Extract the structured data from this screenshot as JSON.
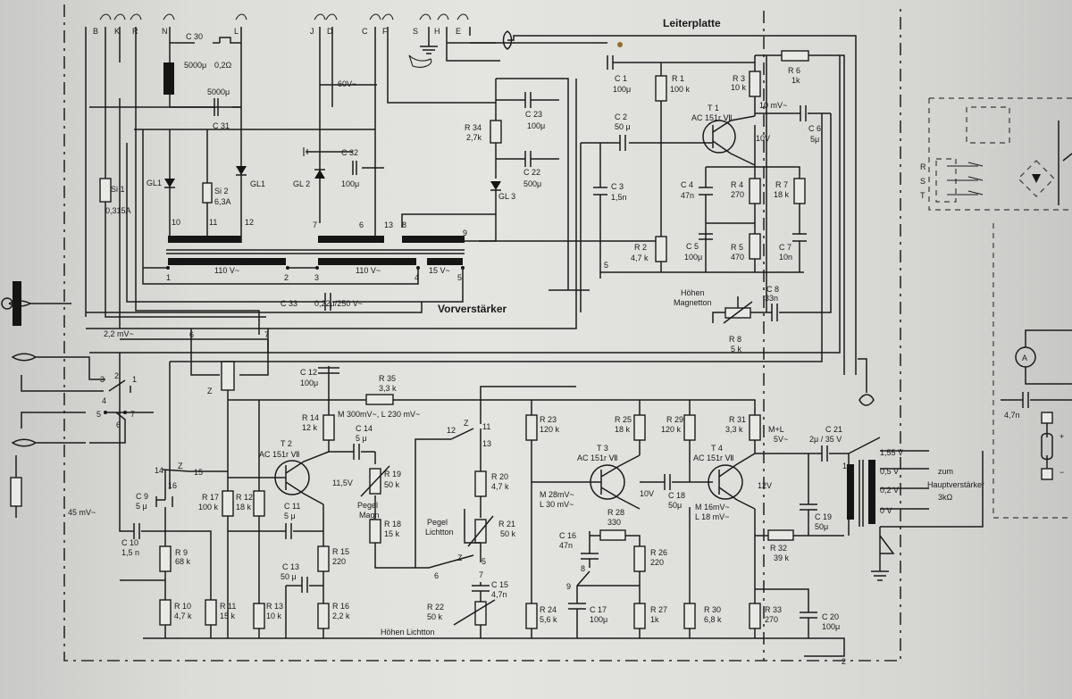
{
  "labels": {
    "board": "Leiterplatte",
    "preamp": "Vorverstärker",
    "to_main_amp": "zum",
    "to_main_amp_2": "Hauptverstärker",
    "to_main_amp_3": "3kΩ",
    "hoehen_magnetton": "Höhen",
    "hoehen_magnetton_2": "Magnetton",
    "hoehen_lichtton": "Höhen Lichtton",
    "pegel_magn": "Pegel",
    "pegel_magn_2": "Magn",
    "pegel_lichtton": "Pegel",
    "pegel_lichtton_2": "Lichtton"
  },
  "terminals": [
    "B",
    "K",
    "R",
    "N",
    "L",
    "J",
    "D",
    "C",
    "F",
    "S",
    "H",
    "E"
  ],
  "power": {
    "c30": "C 30",
    "c30_val": "5000μ",
    "r_val": "0,2Ω",
    "c31": "C 31",
    "c31_val": "5000μ",
    "v60": "60V~",
    "c32": "C 32",
    "c32_val": "100μ",
    "si1": "Si 1",
    "si1_val": "0,315A",
    "si2": "Si 2",
    "si2_val": "6,3A",
    "gl1a": "GL1",
    "gl1b": "GL1",
    "gl2": "GL 2",
    "gl3": "GL 3",
    "pin10": "10",
    "pin11": "11",
    "pin12": "12",
    "pin7": "7",
    "pin6": "6",
    "pin13": "13",
    "pin8": "8",
    "pin9": "9",
    "pin1": "1",
    "pin2": "2",
    "pin3": "3",
    "pin4": "4",
    "pin5": "5",
    "v110a": "110 V~",
    "v110b": "110 V~",
    "v15": "15 V~",
    "c33": "C 33",
    "c33_val": "0,22μ/250 V~",
    "r34": "R 34",
    "r34_val": "2,7k",
    "c23": "C 23",
    "c23_val": "100μ",
    "c22": "C 22",
    "c22_val": "500μ"
  },
  "preamp_stage1": {
    "c1": "C 1",
    "c1_val": "100μ",
    "r1": "R 1",
    "r1_val": "100 k",
    "r3": "R 3",
    "r3_val": "10 k",
    "r6": "R 6",
    "r6_val": "1k",
    "t1": "T 1",
    "t1_type": "AC 151r Ⅶ",
    "v10mv": "10 mV~",
    "c6": "C 6",
    "c6_val": "5μ",
    "c2": "C 2",
    "c2_val": "50 μ",
    "v10": "10V",
    "c3": "C 3",
    "c3_val": "1,5n",
    "c4": "C 4",
    "c4_val": "47n",
    "r4": "R 4",
    "r4_val": "270",
    "r7": "R 7",
    "r7_val": "18 k",
    "r2": "R 2",
    "r2_val": "4,7 k",
    "c5": "C 5",
    "c5_val": "100μ",
    "r5": "R 5",
    "r5_val": "470",
    "c7": "C 7",
    "c7_val": "10n",
    "c8": "C 8",
    "c8_val": "33n",
    "r8": "R 8",
    "r8_val": "5 k",
    "node5": "5"
  },
  "switches": {
    "sw_v2_2": "2,2 mV~",
    "n6": "6",
    "n7": "7",
    "s3": "3",
    "s2": "2",
    "s1": "1",
    "s4": "4",
    "s5": "5",
    "s7": "7",
    "s6": "6",
    "z1": "Z",
    "z2": "Z",
    "z3": "Z",
    "z4": "Z",
    "s14": "14",
    "s15": "15",
    "s16": "16",
    "s12": "12",
    "s11": "11",
    "s13": "13",
    "s6b": "6",
    "s5b": "5",
    "s7b": "7",
    "s8": "8",
    "s9": "9",
    "v45": "45 mV~"
  },
  "stage2": {
    "c12": "C 12",
    "c12_val": "100μ",
    "r35": "R 35",
    "r35_val": "3,3 k",
    "r14": "R 14",
    "r14_val": "12 k",
    "m300": "M 300mV~, L 230 mV~",
    "c14": "C 14",
    "c14_val": "5 μ",
    "t2": "T 2",
    "t2_type": "AC 151r Ⅶ",
    "v11_5": "11,5V",
    "r19": "R 19",
    "r19_val": "50 k",
    "r18": "R 18",
    "r18_val": "15 k",
    "c9": "C 9",
    "c9_val": "5 μ",
    "r17": "R 17",
    "r17_val": "100 k",
    "r12": "R 12",
    "r12_val": "18 k",
    "c11": "C 11",
    "c11_val": "5 μ",
    "c10": "C 10",
    "c10_val": "1,5 n",
    "r9": "R 9",
    "r9_val": "68 k",
    "r15": "R 15",
    "r15_val": "220",
    "c13": "C 13",
    "c13_val": "50 μ",
    "r10": "R 10",
    "r10_val": "4,7 k",
    "r11": "R 11",
    "r11_val": "15 k",
    "r13": "R 13",
    "r13_val": "10 k",
    "r16": "R 16",
    "r16_val": "2,2 k",
    "r20": "R 20",
    "r20_val": "4,7 k",
    "r21": "R 21",
    "r21_val": "50 k",
    "c15": "C 15",
    "c15_val": "4,7n",
    "r22": "R 22",
    "r22_val": "50 k"
  },
  "stage3": {
    "r23": "R 23",
    "r23_val": "120 k",
    "r25": "R 25",
    "r25_val": "18 k",
    "r29": "R 29",
    "r29_val": "120 k",
    "r31": "R 31",
    "r31_val": "3,3 k",
    "ml5v": "M+L",
    "ml5v_2": "5V~",
    "c21": "C 21",
    "c21_val": "2μ / 35 V",
    "t3": "T 3",
    "t3_type": "AC 151r Ⅶ",
    "t4": "T 4",
    "t4_type": "AC 151r Ⅶ",
    "m28": "M 28mV~",
    "l30": "L 30 mV~",
    "v10b": "10V",
    "c18": "C 18",
    "c18_val": "50μ",
    "m16": "M 16mV~",
    "l18": "L 18 mV~",
    "v12": "12V",
    "r28": "R 28",
    "r28_val": "330",
    "c16": "C 16",
    "c16_val": "47n",
    "r26": "R 26",
    "r26_val": "220",
    "c19": "C 19",
    "c19_val": "50μ",
    "r32": "R 32",
    "r32_val": "39 k",
    "r24": "R 24",
    "r24_val": "5,6 k",
    "c17": "C 17",
    "c17_val": "100μ",
    "r27": "R 27",
    "r27_val": "1k",
    "r30": "R 30",
    "r30_val": "6,8 k",
    "r33": "R 33",
    "r33_val": "270",
    "c20": "C 20",
    "c20_val": "100μ",
    "v1_55": "1,55 V",
    "v0_5": "0,5 V",
    "v0_2": "0,2 V",
    "v0": "0 V",
    "n1": "1",
    "n2": "2"
  },
  "right_side": {
    "r": "R",
    "s": "S",
    "t": "T",
    "ammeter": "A",
    "c47n": "4,7n",
    "plus": "+",
    "minus": "−"
  }
}
